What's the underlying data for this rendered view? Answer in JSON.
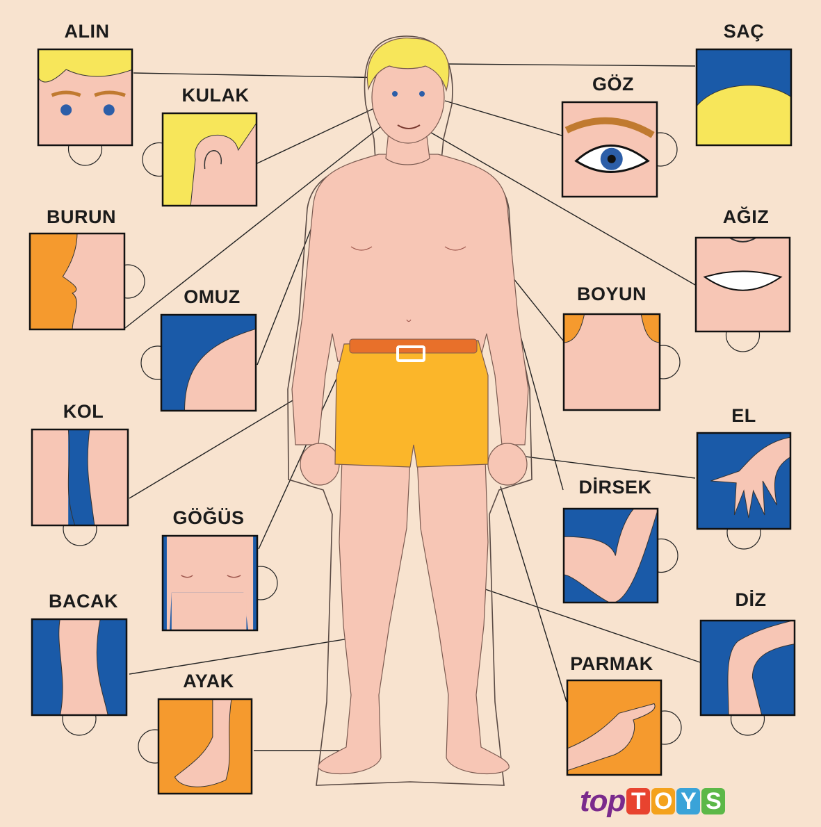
{
  "parts": [
    {
      "id": "alin",
      "label": "ALIN",
      "color": "#f7e65a"
    },
    {
      "id": "kulak",
      "label": "KULAK",
      "color": "#f7e65a"
    },
    {
      "id": "burun",
      "label": "BURUN",
      "color": "#f59a2e"
    },
    {
      "id": "omuz",
      "label": "OMUZ",
      "color": "#1a5aa8"
    },
    {
      "id": "kol",
      "label": "KOL",
      "color": "#1a5aa8"
    },
    {
      "id": "gogus",
      "label": "GÖĞÜS",
      "color": "#1a5aa8"
    },
    {
      "id": "bacak",
      "label": "BACAK",
      "color": "#1a5aa8"
    },
    {
      "id": "ayak",
      "label": "AYAK",
      "color": "#f59a2e"
    },
    {
      "id": "sac",
      "label": "SAÇ",
      "color": "#1a5aa8"
    },
    {
      "id": "goz",
      "label": "GÖZ",
      "color": "#f7c6b5"
    },
    {
      "id": "agiz",
      "label": "AĞIZ",
      "color": "#f7c6b5"
    },
    {
      "id": "boyun",
      "label": "BOYUN",
      "color": "#f59a2e"
    },
    {
      "id": "el",
      "label": "EL",
      "color": "#1a5aa8"
    },
    {
      "id": "dirsek",
      "label": "DİRSEK",
      "color": "#1a5aa8"
    },
    {
      "id": "diz",
      "label": "DİZ",
      "color": "#1a5aa8"
    },
    {
      "id": "parmak",
      "label": "PARMAK",
      "color": "#f59a2e"
    }
  ],
  "brand": {
    "top": "top",
    "letters": [
      {
        "char": "T",
        "color": "#e8432f"
      },
      {
        "char": "O",
        "color": "#f4a21c"
      },
      {
        "char": "Y",
        "color": "#3aa3d8"
      },
      {
        "char": "S",
        "color": "#5cb848"
      }
    ]
  },
  "colors": {
    "background": "#f8e3cf",
    "skin": "#f7c6b5",
    "hair": "#f7e65a",
    "shorts": "#fbb62a",
    "belt": "#e8702a"
  }
}
